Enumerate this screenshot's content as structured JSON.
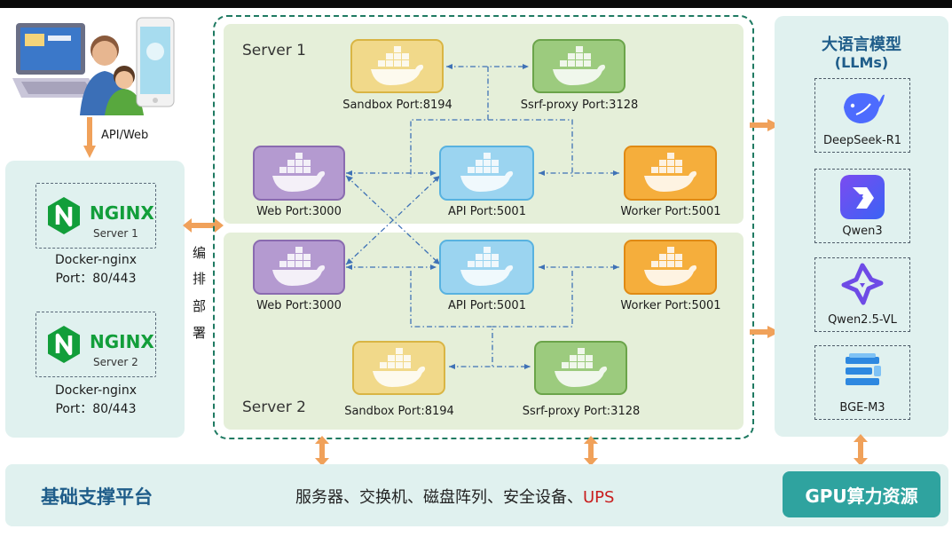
{
  "client": {
    "link_label": "API/Web"
  },
  "nginx_panel": {
    "nodes": [
      {
        "brand": "NGINX",
        "server": "Server 1",
        "caption_line1": "Docker-nginx",
        "caption_line2": "Port：80/443"
      },
      {
        "brand": "NGINX",
        "server": "Server 2",
        "caption_line1": "Docker-nginx",
        "caption_line2": "Port：80/443"
      }
    ],
    "orchestration_label": [
      "编",
      "排",
      "部",
      "署"
    ]
  },
  "server1": {
    "title": "Server 1",
    "containers": {
      "sandbox": "Sandbox Port:8194",
      "ssrf": "Ssrf-proxy Port:3128",
      "web": "Web Port:3000",
      "api": "API Port:5001",
      "worker": "Worker Port:5001"
    }
  },
  "server2": {
    "title": "Server 2",
    "containers": {
      "web": "Web Port:3000",
      "api": "API Port:5001",
      "worker": "Worker Port:5001",
      "sandbox": "Sandbox Port:8194",
      "ssrf": "Ssrf-proxy Port:3128"
    }
  },
  "llm_panel": {
    "title_line1": "大语言模型",
    "title_line2": "(LLMs)",
    "models": [
      {
        "name": "DeepSeek-R1",
        "icon": "deepseek-whale-icon"
      },
      {
        "name": "Qwen3",
        "icon": "qwen-icon"
      },
      {
        "name": "Qwen2.5-VL",
        "icon": "qwen-star-icon"
      },
      {
        "name": "BGE-M3",
        "icon": "bge-cube-icon"
      }
    ]
  },
  "bottom": {
    "title": "基础支撑平台",
    "items": "服务器、交换机、磁盘阵列、安全设备、",
    "items_highlight": "UPS",
    "gpu_label": "GPU算力资源"
  },
  "colors": {
    "sandbox": "#f1d98a",
    "ssrf": "#9ccb7e",
    "web": "#b49ad0",
    "api": "#9bd4f0",
    "worker": "#f5ae3c",
    "arrow_orange": "#f0a15a",
    "accent_teal": "#2fa39f",
    "title_blue": "#1f5d8a",
    "highlight_red": "#c81e1e"
  }
}
